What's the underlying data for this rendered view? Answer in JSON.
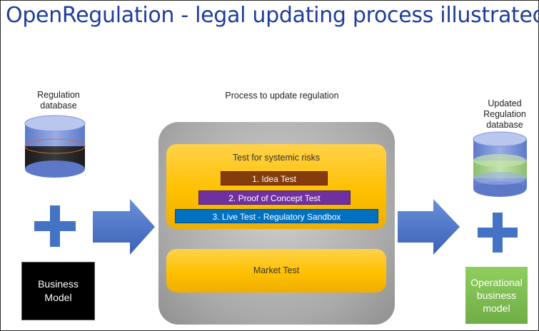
{
  "title": "OpenRegulation - legal updating process illustrated",
  "left": {
    "db_label": "Regulation\ndatabase",
    "business_model": "Business\nModel"
  },
  "center": {
    "process_label": "Process to update regulation",
    "systemic_box_label": "Test for systemic risks",
    "steps": [
      {
        "label": "1. Idea Test",
        "color": "#843c0c"
      },
      {
        "label": "2. Proof of Concept Test",
        "color": "#7030a0"
      },
      {
        "label": "3. Live Test - Regulatory Sandbox",
        "color": "#0070c0"
      }
    ],
    "market_test_label": "Market Test"
  },
  "right": {
    "db_label": "Updated\nRegulation\ndatabase",
    "operational_model": "Operational\nbusiness\nmodel"
  },
  "colors": {
    "title": "#1f3d9a",
    "db_blue": "#7f95d9",
    "db_black": "#262626",
    "db_green": "#a9d18e",
    "arrow_blue": "#4472c4",
    "yellow": "#ffc000",
    "green": "#70ad47"
  },
  "icons": [
    "database-icon",
    "plus-icon",
    "right-arrow-icon"
  ]
}
